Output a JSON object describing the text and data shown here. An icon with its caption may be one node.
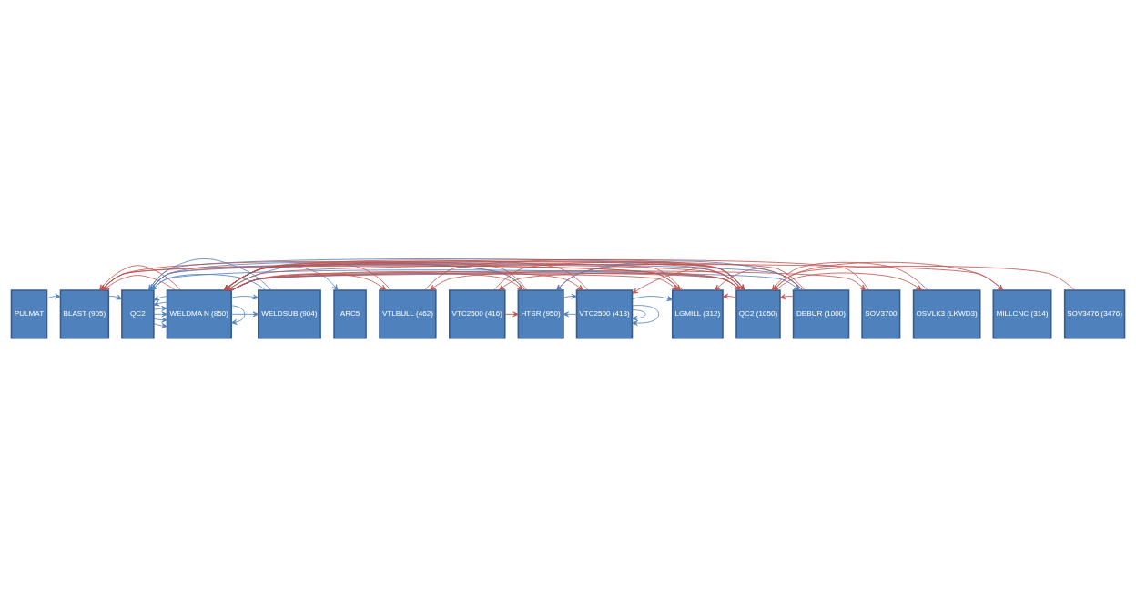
{
  "diagram": {
    "nodes": [
      {
        "text": [
          "PULMAT"
        ]
      },
      {
        "text": [
          "BLAST (905)"
        ]
      },
      {
        "text": [
          "QC2"
        ]
      },
      {
        "text": [
          "WELDMA N (850)"
        ]
      },
      {
        "text": [
          "WELDSUB (904)"
        ]
      },
      {
        "text": [
          "ARC5"
        ]
      },
      {
        "text": [
          "HTSR (950)"
        ]
      },
      {
        "text": [
          "VTC2500 (418)"
        ]
      },
      {
        "text": [
          "LGMILL (312)"
        ]
      },
      {
        "text": [
          "QC2 (1050)"
        ]
      },
      {
        "text": [
          "DEBUR (1000)"
        ]
      },
      {
        "text": [
          "SOV3700"
        ]
      },
      {
        "text": [
          "OSVLK3 (LKWD3)"
        ]
      },
      {
        "text": [
          "VTLBULL (462)"
        ]
      },
      {
        "text": [
          "VTC2500 (416)"
        ]
      },
      {
        "text": [
          "MILLCNC (314)"
        ]
      },
      {
        "text": [
          "SOV3476 (3476)"
        ]
      }
    ],
    "edges": [
      {
        "from": 0,
        "to": 1,
        "arrow": "to",
        "color": "#4f81bd"
      },
      {
        "from": 1,
        "to": 2,
        "arrow": "to",
        "color": "#4f81bd"
      },
      {
        "from": 2,
        "to": 3,
        "arrow": "to",
        "color": "#4f81bd"
      },
      {
        "from": 2,
        "to": 3,
        "arrow": "to",
        "color": "#4f81bd"
      },
      {
        "from": 2,
        "to": 3,
        "arrow": "to",
        "color": "#4f81bd"
      },
      {
        "from": 2,
        "to": 3,
        "arrow": "to",
        "color": "#4f81bd"
      },
      {
        "from": 3,
        "to": 4,
        "arrow": "to",
        "color": "#4f81bd"
      },
      {
        "from": 3,
        "to": 4,
        "arrow": "to",
        "color": "#4f81bd"
      },
      {
        "from": 7,
        "to": 8,
        "arrow": "to",
        "color": "#4f81bd"
      },
      {
        "from": 3,
        "to": 2,
        "arrow": "to",
        "color": "#4f81bd"
      },
      {
        "from": 3,
        "to": 2,
        "arrow": "to",
        "color": "#4f81bd"
      },
      {
        "from": 4,
        "to": 2,
        "arrow": "to",
        "color": "#4f81bd"
      },
      {
        "from": 4,
        "to": 2,
        "arrow": "to",
        "color": "#4f81bd"
      },
      {
        "from": 6,
        "to": 2,
        "arrow": "to",
        "color": "#4f81bd"
      },
      {
        "from": 9,
        "to": 2,
        "arrow": "to",
        "color": "#4f81bd"
      },
      {
        "from": 10,
        "to": 2,
        "arrow": "to",
        "color": "#4f81bd"
      },
      {
        "from": 3,
        "to": 3,
        "arrow": "to",
        "color": "#4f81bd"
      },
      {
        "from": 3,
        "to": 5,
        "arrow": "to",
        "color": "#4f81bd"
      },
      {
        "from": 2,
        "to": 9,
        "arrow": "to",
        "color": "#4f81bd"
      },
      {
        "from": 3,
        "to": 10,
        "arrow": "to",
        "color": "#4f81bd"
      },
      {
        "from": 7,
        "to": 6,
        "arrow": "to",
        "color": "#4f81bd"
      },
      {
        "from": 10,
        "to": 6,
        "arrow": "to",
        "color": "#4f81bd"
      },
      {
        "from": 6,
        "to": 7,
        "arrow": "to",
        "color": "#4f81bd"
      },
      {
        "from": 7,
        "to": 7,
        "arrow": "to",
        "color": "#4f81bd"
      },
      {
        "from": 7,
        "to": 7,
        "arrow": "to",
        "color": "#4f81bd"
      },
      {
        "from": 2,
        "to": 8,
        "arrow": "to"
      },
      {
        "from": 3,
        "to": 1,
        "arrow": "to"
      },
      {
        "from": 3,
        "to": 1,
        "arrow": "to"
      },
      {
        "from": 3,
        "to": 6,
        "arrow": "to"
      },
      {
        "from": 3,
        "to": 7,
        "arrow": "to"
      },
      {
        "from": 3,
        "to": 8,
        "arrow": "to"
      },
      {
        "from": 3,
        "to": 9,
        "arrow": "to"
      },
      {
        "from": 3,
        "to": 11,
        "arrow": "to"
      },
      {
        "from": 3,
        "to": 13,
        "arrow": "to"
      },
      {
        "from": 6,
        "to": 1,
        "arrow": "to"
      },
      {
        "from": 6,
        "to": 3,
        "arrow": "to"
      },
      {
        "from": 7,
        "to": 3,
        "arrow": "to"
      },
      {
        "from": 8,
        "to": 3,
        "arrow": "to"
      },
      {
        "from": 8,
        "to": 1,
        "arrow": "to"
      },
      {
        "from": 9,
        "to": 1,
        "arrow": "to"
      },
      {
        "from": 9,
        "to": 3,
        "arrow": "to"
      },
      {
        "from": 9,
        "to": 6,
        "arrow": "to"
      },
      {
        "from": 9,
        "to": 7,
        "arrow": "to"
      },
      {
        "from": 9,
        "to": 8,
        "arrow": "to"
      },
      {
        "from": 9,
        "to": 12,
        "arrow": "to"
      },
      {
        "from": 9,
        "to": 13,
        "arrow": "to"
      },
      {
        "from": 9,
        "to": 14,
        "arrow": "to"
      },
      {
        "from": 9,
        "to": 15,
        "arrow": "to"
      },
      {
        "from": 10,
        "to": 3,
        "arrow": "to"
      },
      {
        "from": 10,
        "to": 8,
        "arrow": "to"
      },
      {
        "from": 10,
        "to": 9,
        "arrow": "to"
      },
      {
        "from": 11,
        "to": 3,
        "arrow": "to"
      },
      {
        "from": 12,
        "to": 9,
        "arrow": "to"
      },
      {
        "from": 13,
        "to": 3,
        "arrow": "to"
      },
      {
        "from": 13,
        "to": 9,
        "arrow": "to"
      },
      {
        "from": 14,
        "to": 9,
        "arrow": "to"
      },
      {
        "from": 15,
        "to": 3,
        "arrow": "to"
      },
      {
        "from": 14,
        "to": 6,
        "arrow": "to"
      },
      {
        "from": 16,
        "to": 9,
        "arrow": "to"
      }
    ]
  }
}
